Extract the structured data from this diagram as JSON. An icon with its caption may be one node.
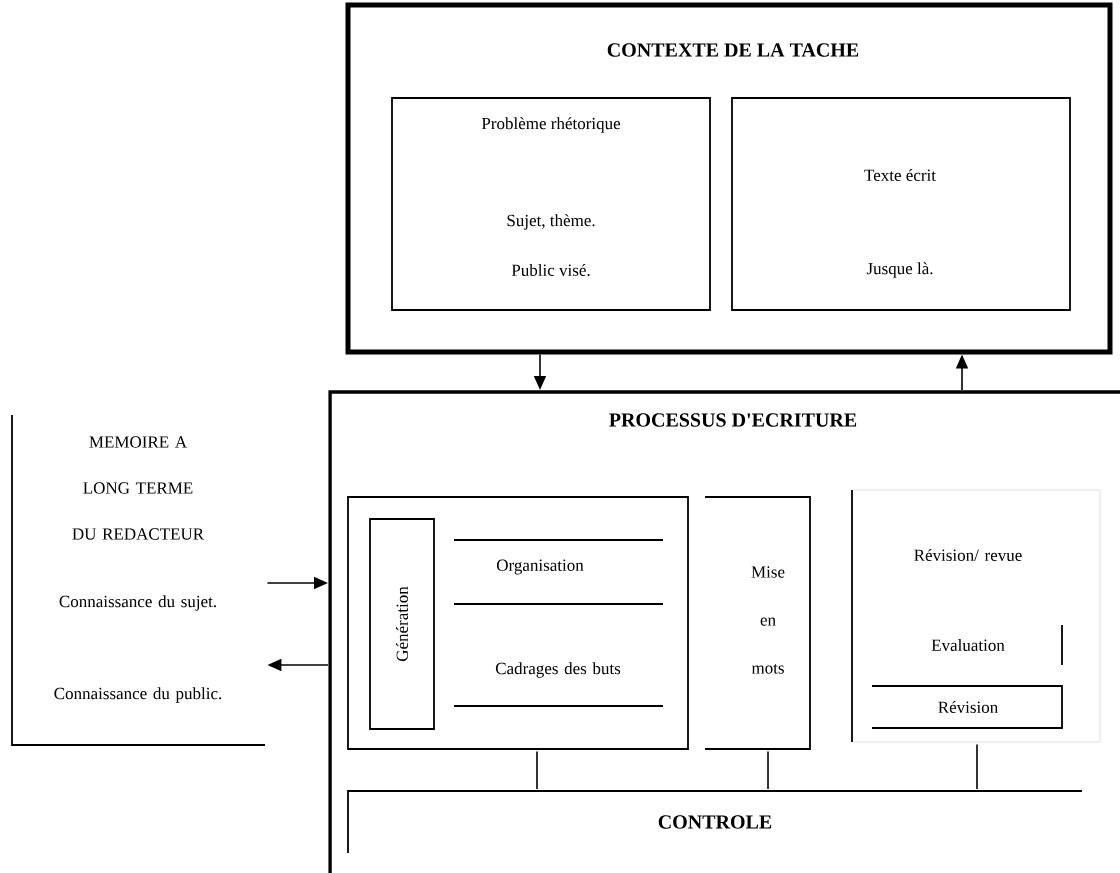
{
  "diagram": {
    "nodes": [
      {
        "text": [
          "CONTEXTE DE LA TACHE"
        ]
      },
      {
        "text": [
          "Problème rhétorique",
          "Sujet, thème.",
          "Public visé."
        ],
        "in": 0
      },
      {
        "text": [
          "Texte écrit",
          "Jusque là."
        ],
        "in": 0
      },
      {
        "text": [
          "PROCESSUS D'ECRITURE"
        ]
      },
      {
        "text": [],
        "shape": "box",
        "in": 3
      },
      {
        "text": [
          "Génération"
        ],
        "in": 4
      },
      {
        "text": [
          "Organisation"
        ],
        "in": 4
      },
      {
        "text": [
          "Cadrages des buts"
        ],
        "in": 4
      },
      {
        "text": [
          "Mise en mots"
        ],
        "in": 3
      },
      {
        "text": [
          "Révision/ revue"
        ],
        "in": 3
      },
      {
        "text": [
          "Evaluation"
        ],
        "in": 9
      },
      {
        "text": [
          "Révision"
        ],
        "in": 9
      },
      {
        "text": [
          "CONTROLE"
        ],
        "in": 3
      },
      {
        "text": [
          "MEMOIRE A LONG TERME DU REDACTEUR",
          "Connaissance du sujet.",
          "Connaissance du public."
        ]
      }
    ],
    "edges": [
      {
        "from": 0,
        "to": 3,
        "arrow": "to"
      },
      {
        "from": 3,
        "to": 0,
        "arrow": "to"
      },
      {
        "from": 13,
        "to": 3,
        "arrow": "to"
      },
      {
        "from": 3,
        "to": 13,
        "arrow": "to"
      },
      {
        "from": 4,
        "to": 12,
        "arrow": "none"
      },
      {
        "from": 8,
        "to": 12,
        "arrow": "none"
      },
      {
        "from": 9,
        "to": 12,
        "arrow": "none"
      }
    ]
  }
}
